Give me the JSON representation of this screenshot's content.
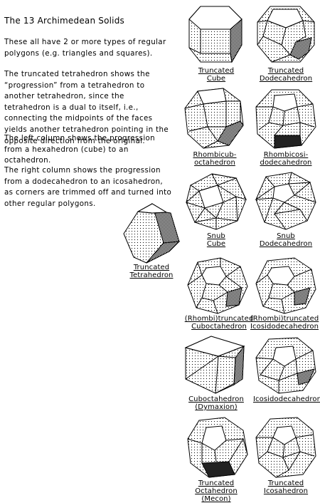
{
  "title": "The 13 Archimedean Solids",
  "paragraphs": [
    "These all have 2 or more types of regular polygons (e.g. triangles and squares).",
    "The truncated tetrahedron shows the “progression” from a tetrahedron to another tetrahedron, since the tetrahedron is a dual to itself, i.e., connecting the midpoints of the faces yields another tetrahedron pointing in the opposite direction from the original.",
    "The left column shows the progression from a hexahedron (cube) to an octahedron.",
    "The right column shows the progression from a dodecahedron to an icosahedron, as corners are trimmed off and turned into other regular polygons."
  ],
  "solids": {
    "truncated_tetrahedron": "Truncated\nTetrahedron",
    "left_column": [
      "Truncated\nCube",
      "Rhombicub-\noctahedron",
      "Snub\nCube",
      "(Rhombi)truncated\nCuboctahedron",
      "Cuboctahedron\n(Dymaxion)",
      "Truncated\nOctahedron\n(Mecon)"
    ],
    "right_column": [
      "Truncated\nDodecahedron",
      "Rhombicosi-\ndodecahedron",
      "Snub\nDodecahedron",
      "(Rhombi)truncated\nIcosidodecahedron",
      "Icosidodecahedron",
      "Truncated\nIcosahedron"
    ]
  }
}
